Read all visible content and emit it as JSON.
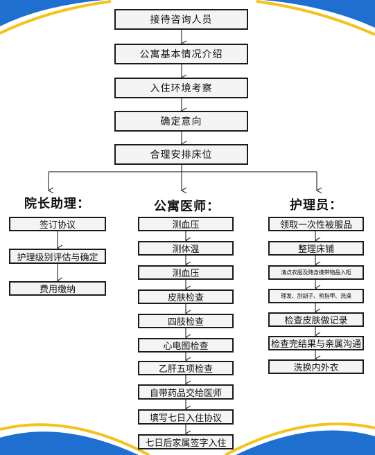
{
  "main_flow": [
    "接待咨询人员",
    "公寓基本情况介绍",
    "入住环境考察",
    "确定意向",
    "合理安排床位"
  ],
  "columns": {
    "left": {
      "heading": "院长助理：",
      "steps": [
        "签订协议",
        "护理级别评估与确定",
        "费用缴纳"
      ]
    },
    "middle": {
      "heading": "公寓医师：",
      "steps": [
        "测血压",
        "测体温",
        "测血压",
        "皮肤检查",
        "四肢检查",
        "心电图检查",
        "乙肝五项检查",
        "自带药品交给医师",
        "填写七日入住协议",
        "七日后家属签字入住"
      ]
    },
    "right": {
      "heading": "护理员：",
      "steps": [
        "领取一次性被服品",
        "整理床铺",
        "清点衣服及随身携带物品入柜",
        "理发、刮胡子、剪指甲、洗澡",
        "检查皮肤做记录",
        "检查完结果与亲属沟通",
        "洗换内外衣"
      ]
    }
  },
  "colors": {
    "border": "#1a1a1a",
    "box_fill": "#f4f4f4",
    "deco_blue": "#1f6fd0",
    "deco_yellow": "#f3c21b"
  }
}
